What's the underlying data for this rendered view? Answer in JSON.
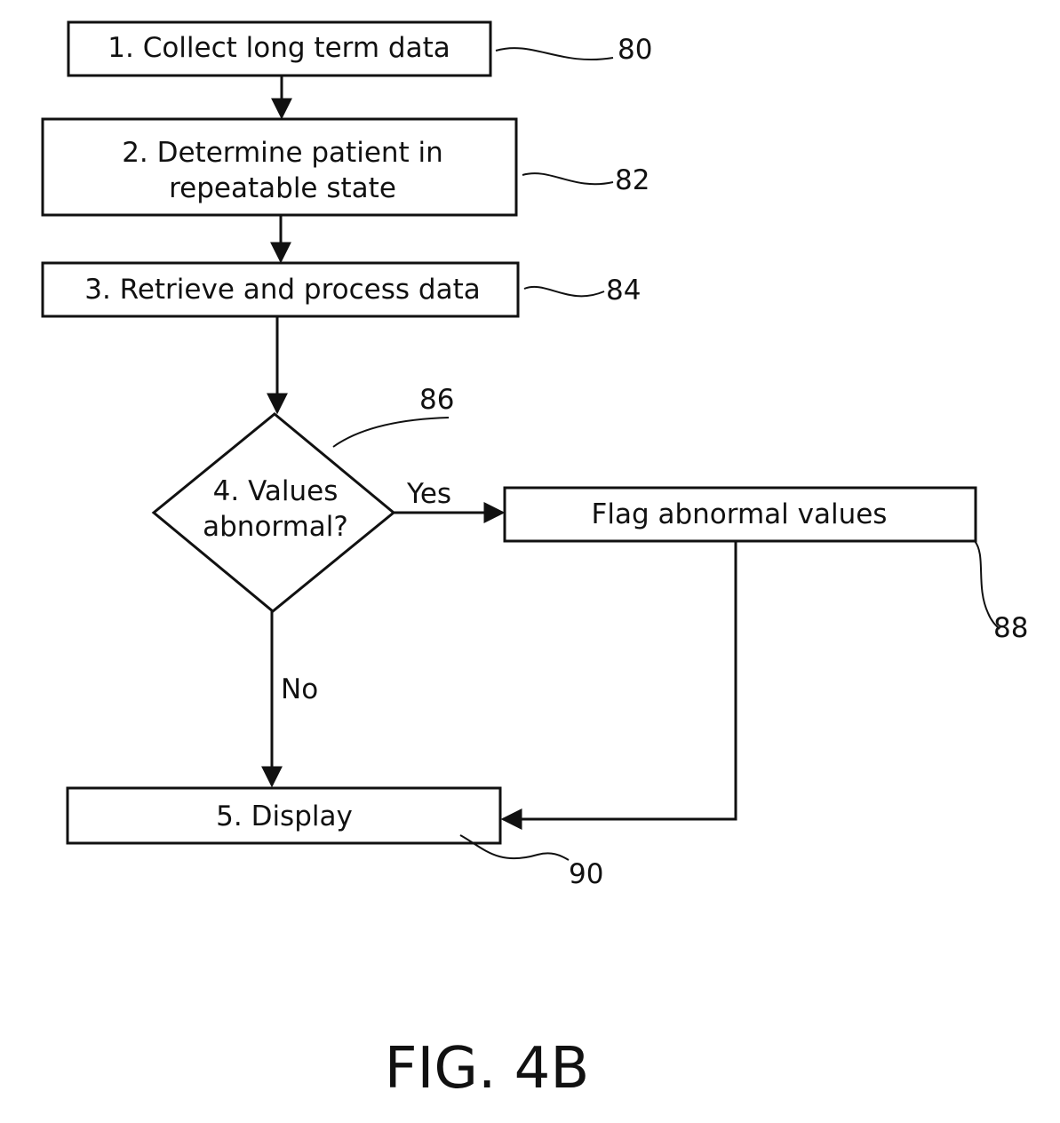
{
  "steps": {
    "s1": {
      "label": "1. Collect long term data",
      "ref": "80"
    },
    "s2": {
      "line1": "2. Determine patient in",
      "line2": "repeatable state",
      "ref": "82"
    },
    "s3": {
      "label": "3. Retrieve and process data",
      "ref": "84"
    },
    "s4": {
      "line1": "4. Values",
      "line2": "abnormal?",
      "ref": "86"
    },
    "flag": {
      "label": "Flag abnormal values",
      "ref": "88"
    },
    "s5": {
      "label": "5. Display",
      "ref": "90"
    }
  },
  "edges": {
    "yes": "Yes",
    "no": "No"
  },
  "figure": {
    "caption": "FIG. 4B"
  }
}
